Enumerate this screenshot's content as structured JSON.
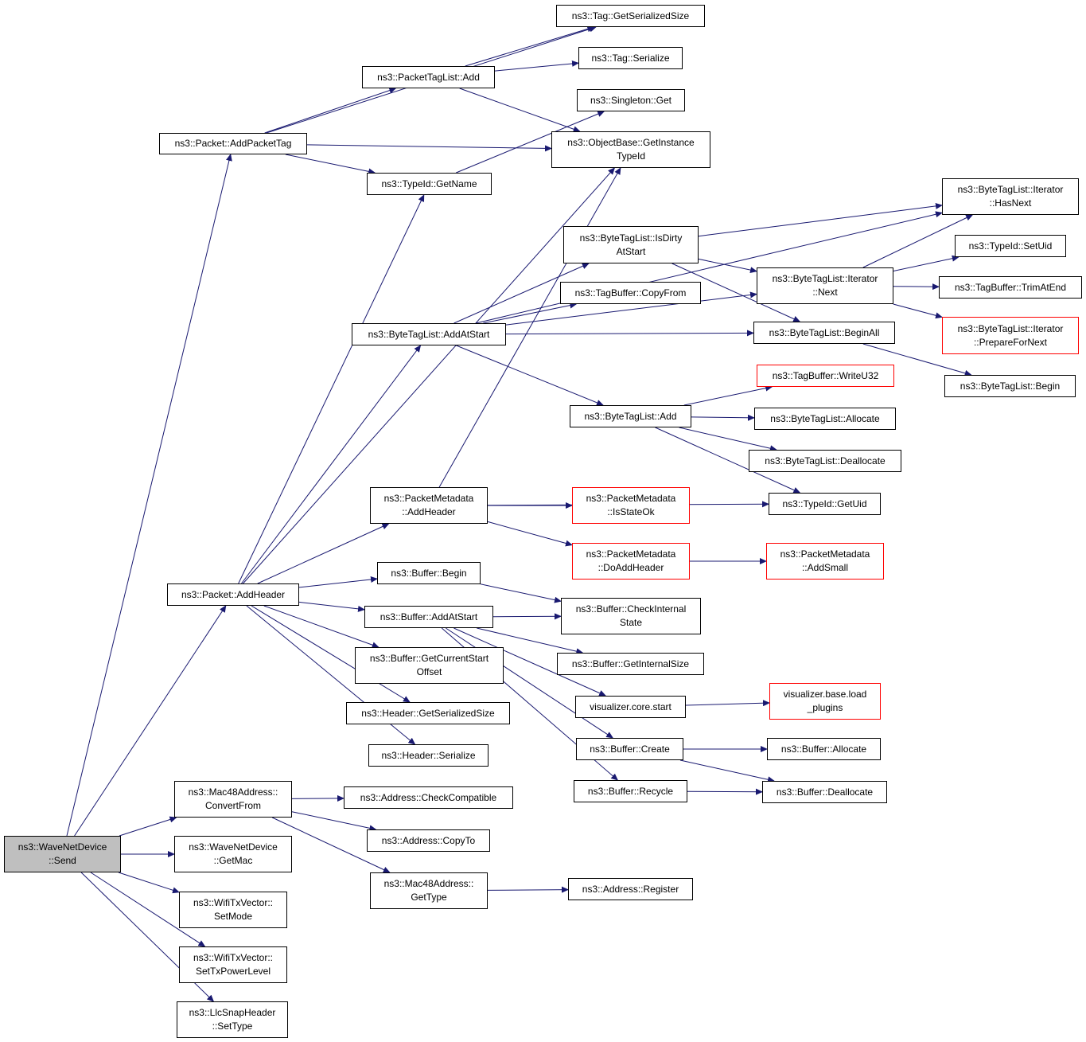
{
  "colors": {
    "edge": "#191970",
    "root_fill": "#bfbfbf",
    "normal_border": "#000000",
    "truncated_border": "#ff0000"
  },
  "nodes": {
    "send": {
      "label": "ns3::WaveNetDevice\n::Send"
    },
    "addpackettag": {
      "label": "ns3::Packet::AddPacketTag"
    },
    "addheader": {
      "label": "ns3::Packet::AddHeader"
    },
    "convertfrom": {
      "label": "ns3::Mac48Address::\nConvertFrom"
    },
    "getmac": {
      "label": "ns3::WaveNetDevice\n::GetMac"
    },
    "setmode": {
      "label": "ns3::WifiTxVector::\nSetMode"
    },
    "settxpower": {
      "label": "ns3::WifiTxVector::\nSetTxPowerLevel"
    },
    "settype": {
      "label": "ns3::LlcSnapHeader\n::SetType"
    },
    "tag_getsersize": {
      "label": "ns3::Tag::GetSerializedSize"
    },
    "ptl_add": {
      "label": "ns3::PacketTagList::Add"
    },
    "tag_serialize": {
      "label": "ns3::Tag::Serialize"
    },
    "singleton_get": {
      "label": "ns3::Singleton::Get"
    },
    "objbase_getinst": {
      "label": "ns3::ObjectBase::GetInstance\nTypeId"
    },
    "typeid_getname": {
      "label": "ns3::TypeId::GetName"
    },
    "btl_iter_hasnext": {
      "label": "ns3::ByteTagList::Iterator\n::HasNext"
    },
    "btl_isdirty": {
      "label": "ns3::ByteTagList::IsDirty\nAtStart"
    },
    "typeid_setuid": {
      "label": "ns3::TypeId::SetUid"
    },
    "btl_iter_next": {
      "label": "ns3::ByteTagList::Iterator\n::Next"
    },
    "tagbuf_trimatend": {
      "label": "ns3::TagBuffer::TrimAtEnd"
    },
    "tagbuf_copyfrom": {
      "label": "ns3::TagBuffer::CopyFrom"
    },
    "btl_addatstart": {
      "label": "ns3::ByteTagList::AddAtStart"
    },
    "btl_beginall": {
      "label": "ns3::ByteTagList::BeginAll"
    },
    "btl_iter_prepare": {
      "label": "ns3::ByteTagList::Iterator\n::PrepareForNext"
    },
    "tagbuf_writeu32": {
      "label": "ns3::TagBuffer::WriteU32"
    },
    "btl_begin": {
      "label": "ns3::ByteTagList::Begin"
    },
    "btl_add": {
      "label": "ns3::ByteTagList::Add"
    },
    "btl_allocate": {
      "label": "ns3::ByteTagList::Allocate"
    },
    "btl_deallocate": {
      "label": "ns3::ByteTagList::Deallocate"
    },
    "pm_addheader": {
      "label": "ns3::PacketMetadata\n::AddHeader"
    },
    "pm_isstateok": {
      "label": "ns3::PacketMetadata\n::IsStateOk"
    },
    "typeid_getuid": {
      "label": "ns3::TypeId::GetUid"
    },
    "pm_doaddheader": {
      "label": "ns3::PacketMetadata\n::DoAddHeader"
    },
    "pm_addsmall": {
      "label": "ns3::PacketMetadata\n::AddSmall"
    },
    "buf_begin": {
      "label": "ns3::Buffer::Begin"
    },
    "buf_addatstart": {
      "label": "ns3::Buffer::AddAtStart"
    },
    "buf_checkinternal": {
      "label": "ns3::Buffer::CheckInternal\nState"
    },
    "buf_getcurstart": {
      "label": "ns3::Buffer::GetCurrentStart\nOffset"
    },
    "buf_getinternalsize": {
      "label": "ns3::Buffer::GetInternalSize"
    },
    "hdr_getsersize": {
      "label": "ns3::Header::GetSerializedSize"
    },
    "viz_core_start": {
      "label": "visualizer.core.start"
    },
    "viz_base_load": {
      "label": "visualizer.base.load\n_plugins"
    },
    "hdr_serialize": {
      "label": "ns3::Header::Serialize"
    },
    "buf_create": {
      "label": "ns3::Buffer::Create"
    },
    "buf_allocate": {
      "label": "ns3::Buffer::Allocate"
    },
    "buf_recycle": {
      "label": "ns3::Buffer::Recycle"
    },
    "buf_deallocate": {
      "label": "ns3::Buffer::Deallocate"
    },
    "addr_checkcompat": {
      "label": "ns3::Address::CheckCompatible"
    },
    "addr_copyto": {
      "label": "ns3::Address::CopyTo"
    },
    "mac48_gettype": {
      "label": "ns3::Mac48Address::\nGetType"
    },
    "addr_register": {
      "label": "ns3::Address::Register"
    }
  },
  "edges": [
    [
      "send",
      "addpackettag"
    ],
    [
      "send",
      "addheader"
    ],
    [
      "send",
      "convertfrom"
    ],
    [
      "send",
      "getmac"
    ],
    [
      "send",
      "setmode"
    ],
    [
      "send",
      "settxpower"
    ],
    [
      "send",
      "settype"
    ],
    [
      "addpackettag",
      "tag_getsersize"
    ],
    [
      "addpackettag",
      "ptl_add"
    ],
    [
      "addpackettag",
      "objbase_getinst"
    ],
    [
      "addpackettag",
      "typeid_getname"
    ],
    [
      "ptl_add",
      "tag_getsersize"
    ],
    [
      "ptl_add",
      "tag_serialize"
    ],
    [
      "ptl_add",
      "objbase_getinst"
    ],
    [
      "typeid_getname",
      "singleton_get"
    ],
    [
      "addheader",
      "typeid_getname"
    ],
    [
      "addheader",
      "objbase_getinst"
    ],
    [
      "addheader",
      "btl_addatstart"
    ],
    [
      "addheader",
      "pm_addheader"
    ],
    [
      "addheader",
      "buf_begin"
    ],
    [
      "addheader",
      "buf_addatstart"
    ],
    [
      "addheader",
      "buf_getcurstart"
    ],
    [
      "addheader",
      "hdr_getsersize"
    ],
    [
      "addheader",
      "hdr_serialize"
    ],
    [
      "btl_addatstart",
      "btl_iter_hasnext"
    ],
    [
      "btl_addatstart",
      "btl_isdirty"
    ],
    [
      "btl_addatstart",
      "tagbuf_copyfrom"
    ],
    [
      "btl_addatstart",
      "btl_iter_next"
    ],
    [
      "btl_addatstart",
      "btl_beginall"
    ],
    [
      "btl_addatstart",
      "btl_add"
    ],
    [
      "btl_isdirty",
      "btl_iter_hasnext"
    ],
    [
      "btl_isdirty",
      "btl_iter_next"
    ],
    [
      "btl_isdirty",
      "btl_beginall"
    ],
    [
      "btl_iter_next",
      "btl_iter_hasnext"
    ],
    [
      "btl_iter_next",
      "typeid_setuid"
    ],
    [
      "btl_iter_next",
      "tagbuf_trimatend"
    ],
    [
      "btl_iter_next",
      "btl_iter_prepare"
    ],
    [
      "btl_beginall",
      "btl_begin"
    ],
    [
      "btl_add",
      "tagbuf_writeu32"
    ],
    [
      "btl_add",
      "btl_allocate"
    ],
    [
      "btl_add",
      "btl_deallocate"
    ],
    [
      "btl_add",
      "typeid_getuid"
    ],
    [
      "pm_addheader",
      "objbase_getinst"
    ],
    [
      "pm_addheader",
      "typeid_getuid"
    ],
    [
      "pm_addheader",
      "pm_isstateok"
    ],
    [
      "pm_addheader",
      "pm_doaddheader"
    ],
    [
      "pm_doaddheader",
      "pm_addsmall"
    ],
    [
      "buf_begin",
      "buf_checkinternal"
    ],
    [
      "buf_addatstart",
      "buf_checkinternal"
    ],
    [
      "buf_addatstart",
      "buf_getinternalsize"
    ],
    [
      "buf_addatstart",
      "viz_core_start"
    ],
    [
      "buf_addatstart",
      "buf_create"
    ],
    [
      "buf_addatstart",
      "buf_recycle"
    ],
    [
      "viz_core_start",
      "viz_base_load"
    ],
    [
      "buf_create",
      "buf_allocate"
    ],
    [
      "buf_create",
      "buf_deallocate"
    ],
    [
      "buf_recycle",
      "buf_deallocate"
    ],
    [
      "convertfrom",
      "addr_checkcompat"
    ],
    [
      "convertfrom",
      "addr_copyto"
    ],
    [
      "convertfrom",
      "mac48_gettype"
    ],
    [
      "mac48_gettype",
      "addr_register"
    ]
  ]
}
